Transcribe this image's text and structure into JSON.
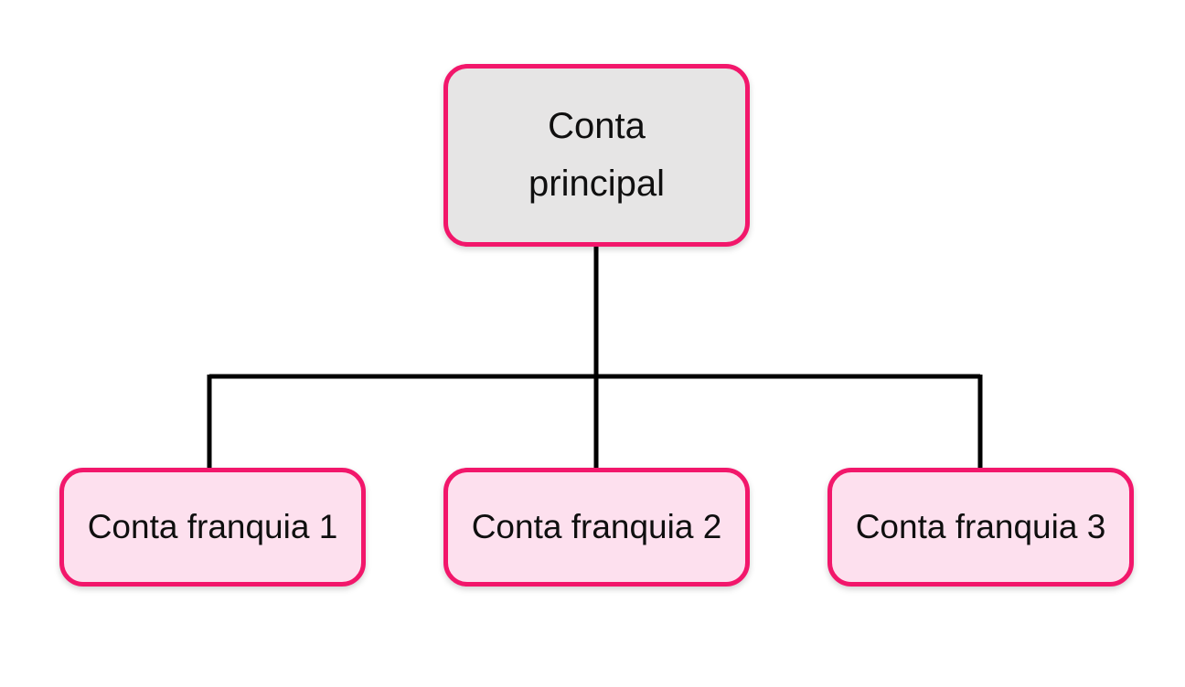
{
  "diagram": {
    "type": "org-chart",
    "background_color": "#ffffff",
    "connector_color": "#000000",
    "nodes": {
      "root": {
        "label": "Conta principal",
        "fill_color": "#e6e5e5",
        "border_color": "#f2176b",
        "text_color": "#0f0f0f"
      },
      "child1": {
        "label": "Conta franquia 1",
        "fill_color": "#fde0ee",
        "border_color": "#f2176b",
        "text_color": "#0f0f0f"
      },
      "child2": {
        "label": "Conta franquia 2",
        "fill_color": "#fde0ee",
        "border_color": "#f2176b",
        "text_color": "#0f0f0f"
      },
      "child3": {
        "label": "Conta franquia 3",
        "fill_color": "#fde0ee",
        "border_color": "#f2176b",
        "text_color": "#0f0f0f"
      }
    },
    "edges": [
      {
        "from": "root",
        "to": "child1"
      },
      {
        "from": "root",
        "to": "child2"
      },
      {
        "from": "root",
        "to": "child3"
      }
    ]
  }
}
